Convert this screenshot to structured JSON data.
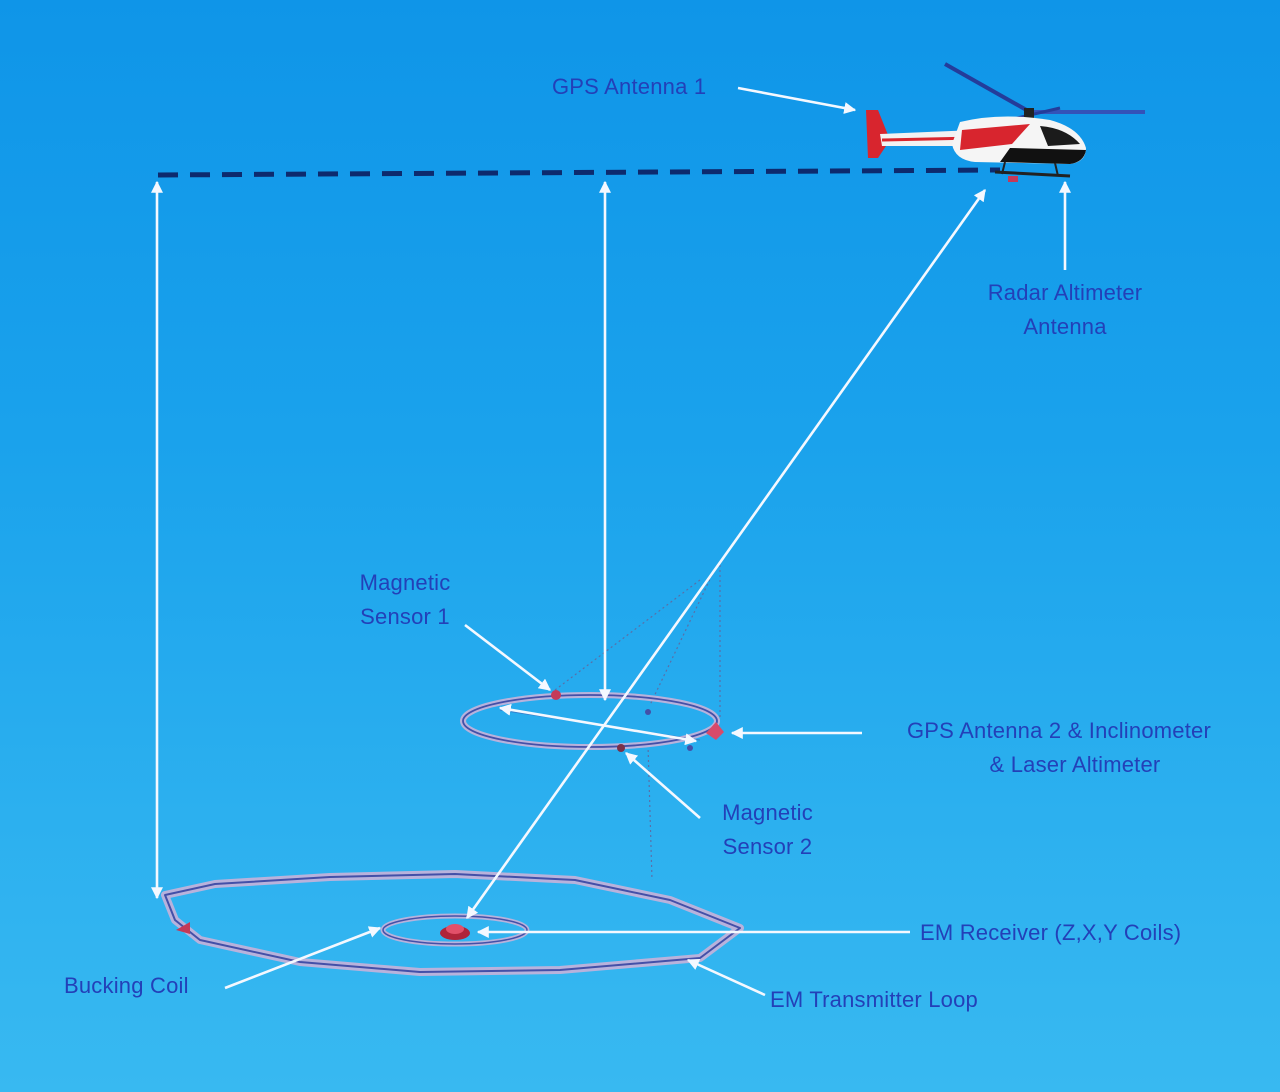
{
  "labels": {
    "gps_antenna_1": "GPS Antenna 1",
    "radar_altimeter": [
      "Radar Altimeter",
      "Antenna"
    ],
    "magnetic_sensor_1": [
      "Magnetic",
      "Sensor 1"
    ],
    "gps_antenna_2": [
      "GPS Antenna 2 & Inclinometer",
      "& Laser Altimeter"
    ],
    "magnetic_sensor_2": [
      "Magnetic",
      "Sensor 2"
    ],
    "em_receiver": "EM Receiver (Z,X,Y Coils)",
    "bucking_coil": "Bucking Coil",
    "em_transmitter_loop": "EM Transmitter Loop"
  },
  "colors": {
    "label_text": "#2340b8",
    "arrow": "#f4f8ff",
    "loop": "#a8a6d6",
    "tow_line": "#0d2a6e",
    "helicopter_red": "#d8252e",
    "sensor": "#c43a58"
  },
  "icons": {
    "aircraft": "helicopter-icon"
  }
}
